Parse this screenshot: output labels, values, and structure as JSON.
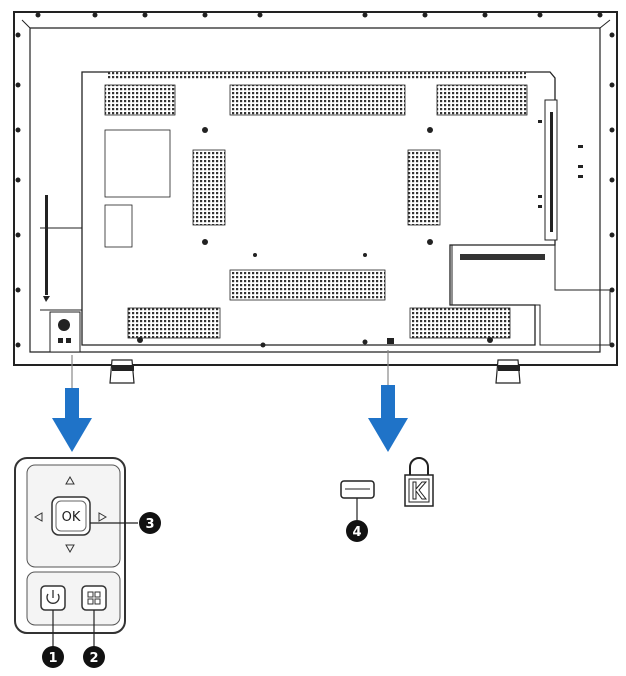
{
  "diagram": {
    "ok_label": "OK",
    "callouts": [
      {
        "number": "1",
        "target": "power-button"
      },
      {
        "number": "2",
        "target": "menu-button"
      },
      {
        "number": "3",
        "target": "ok-button"
      },
      {
        "number": "4",
        "target": "security-slot"
      }
    ],
    "colors": {
      "arrow": "#1f73c8",
      "line": "#222222",
      "panel_fill": "#f4f4f4",
      "vent": "#333333"
    },
    "icons": [
      "power-icon",
      "menu-grid-icon",
      "kensington-lock-icon",
      "up-arrow-icon",
      "down-arrow-icon",
      "left-arrow-icon",
      "right-arrow-icon"
    ]
  }
}
